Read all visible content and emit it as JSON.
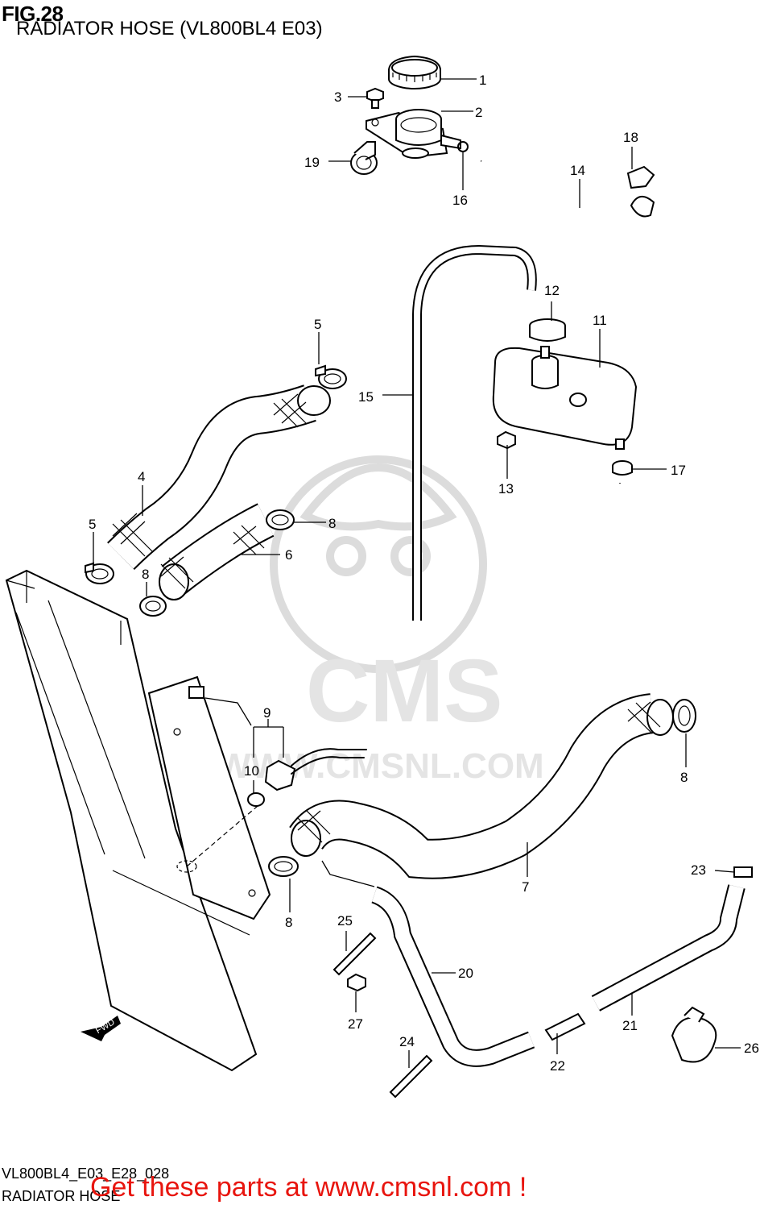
{
  "header": {
    "figure": "FIG.28",
    "title": "RADIATOR HOSE (VL800BL4 E03)"
  },
  "watermark": {
    "brand": "CMS",
    "url": "WWW.CMSNL.COM"
  },
  "fwd_label": "FWD",
  "parts": [
    {
      "n": "1"
    },
    {
      "n": "2"
    },
    {
      "n": "3"
    },
    {
      "n": "4"
    },
    {
      "n": "5"
    },
    {
      "n": "5"
    },
    {
      "n": "6"
    },
    {
      "n": "7"
    },
    {
      "n": "8"
    },
    {
      "n": "8"
    },
    {
      "n": "8"
    },
    {
      "n": "8"
    },
    {
      "n": "9"
    },
    {
      "n": "10"
    },
    {
      "n": "11"
    },
    {
      "n": "12"
    },
    {
      "n": "13"
    },
    {
      "n": "14"
    },
    {
      "n": "15"
    },
    {
      "n": "16"
    },
    {
      "n": "17"
    },
    {
      "n": "18"
    },
    {
      "n": "19"
    },
    {
      "n": "20"
    },
    {
      "n": "21"
    },
    {
      "n": "22"
    },
    {
      "n": "23"
    },
    {
      "n": "24"
    },
    {
      "n": "25"
    },
    {
      "n": "26"
    },
    {
      "n": "27"
    }
  ],
  "footer": {
    "code": "VL800BL4_E03_E28_028",
    "label": "RADIATOR HOSE",
    "cta": "Get these parts at www.cmsnl.com !"
  }
}
